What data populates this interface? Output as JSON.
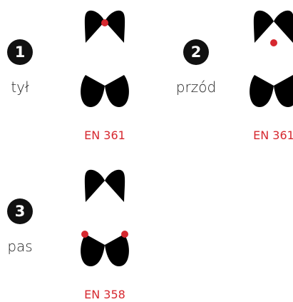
{
  "items": [
    {
      "number": "1",
      "label": "tył",
      "standard": "EN 361",
      "attachment": "back"
    },
    {
      "number": "2",
      "label": "przód",
      "standard": "EN 361",
      "attachment": "front"
    },
    {
      "number": "3",
      "label": "pas",
      "standard": "EN 358",
      "attachment": "waist"
    }
  ],
  "colors": {
    "accent": "#d6282f",
    "badge": "#111111",
    "line": "#111111"
  }
}
